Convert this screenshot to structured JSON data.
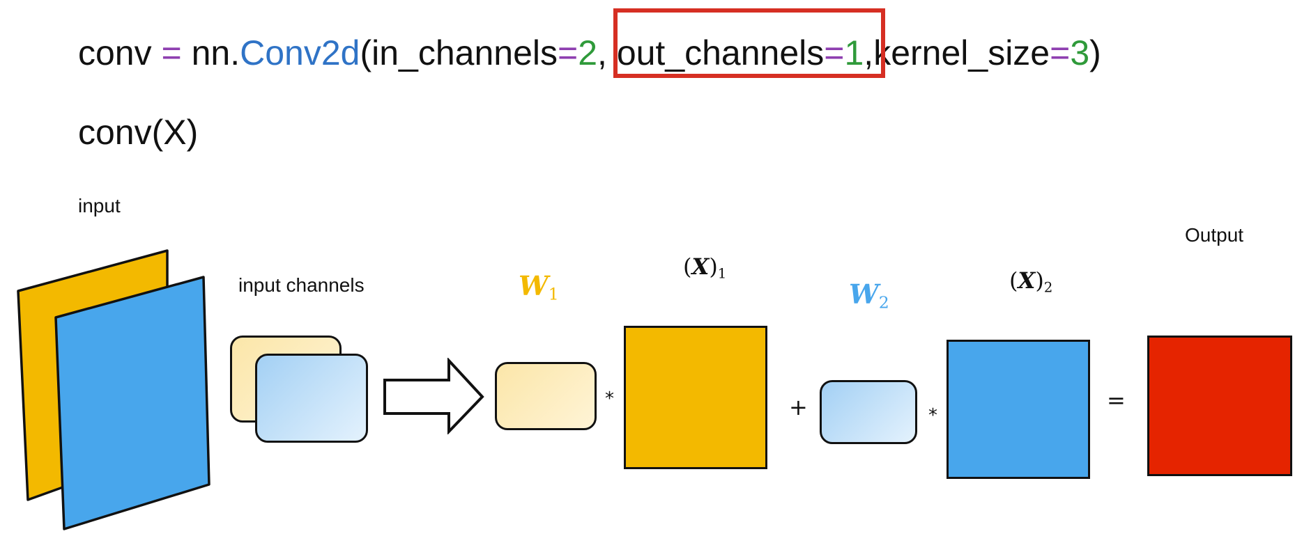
{
  "code": {
    "line1": {
      "var": "conv",
      "assign": " = ",
      "module": "nn.",
      "fn": "Conv2d",
      "open": "(",
      "p1_name": "in_channels",
      "p1_eq": "=",
      "p1_val": "2",
      "sep1": ", ",
      "p2_name": "out_channels",
      "p2_eq": "=",
      "p2_val": "1",
      "sep2": ",",
      "p3_name": "kernel_size",
      "p3_eq": "=",
      "p3_val": "3",
      "close": ")"
    },
    "line2": "conv(X)"
  },
  "labels": {
    "input": "input",
    "input_channels": "input channels",
    "output": "Output",
    "w1": {
      "base": "W",
      "sub": "1"
    },
    "w2": {
      "base": "W",
      "sub": "2"
    },
    "x1": {
      "open": "(",
      "base": "X",
      "close": ")",
      "sub": "1"
    },
    "x2": {
      "open": "(",
      "base": "X",
      "close": ")",
      "sub": "2"
    }
  },
  "operators": {
    "multiply": "*",
    "plus": "+",
    "equals": "="
  },
  "colors": {
    "yellow": "#f3b900",
    "blue": "#48a6ec",
    "red": "#e52400",
    "highlight": "#d62f23",
    "code_operator": "#8e3fb0",
    "code_function": "#2f73c6",
    "code_number": "#2f9a3a"
  }
}
